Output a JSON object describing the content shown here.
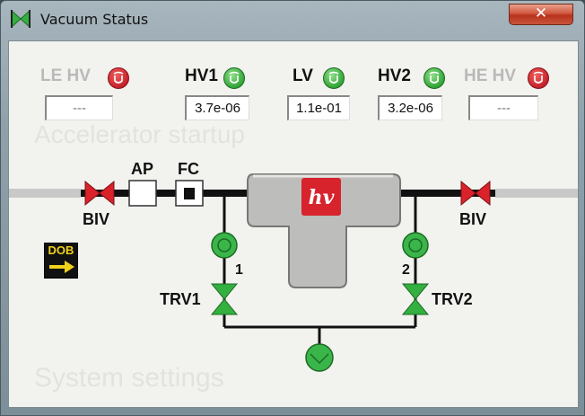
{
  "window": {
    "title": "Vacuum Status",
    "close_label": "✕"
  },
  "gauges": [
    {
      "label": "LE HV",
      "value": "---",
      "status": "off",
      "indicator_color": "#c4222a"
    },
    {
      "label": "HV1",
      "value": "3.7e-06",
      "status": "on",
      "indicator_color": "#33a538"
    },
    {
      "label": "LV",
      "value": "1.1e-01",
      "status": "on",
      "indicator_color": "#33a538"
    },
    {
      "label": "HV2",
      "value": "3.2e-06",
      "status": "on",
      "indicator_color": "#33a538"
    },
    {
      "label": "HE HV",
      "value": "---",
      "status": "off",
      "indicator_color": "#c4222a"
    }
  ],
  "diagram": {
    "valve_left_label": "BIV",
    "valve_right_label": "BIV",
    "ap_label": "AP",
    "fc_label": "FC",
    "pump1_label": "1",
    "pump2_label": "2",
    "trv1_label": "TRV1",
    "trv2_label": "TRV2",
    "dob_label": "DOB",
    "logo_text": "hv",
    "background_ghost_text": [
      "Accelerator startup",
      "System settings"
    ]
  },
  "colors": {
    "valve_red": "#d9222a",
    "valve_green": "#33b040",
    "pipe": "#111111",
    "beamline": "#c9c9c9",
    "chamber": "#bdbdbb",
    "logo_red": "#d6232c"
  }
}
